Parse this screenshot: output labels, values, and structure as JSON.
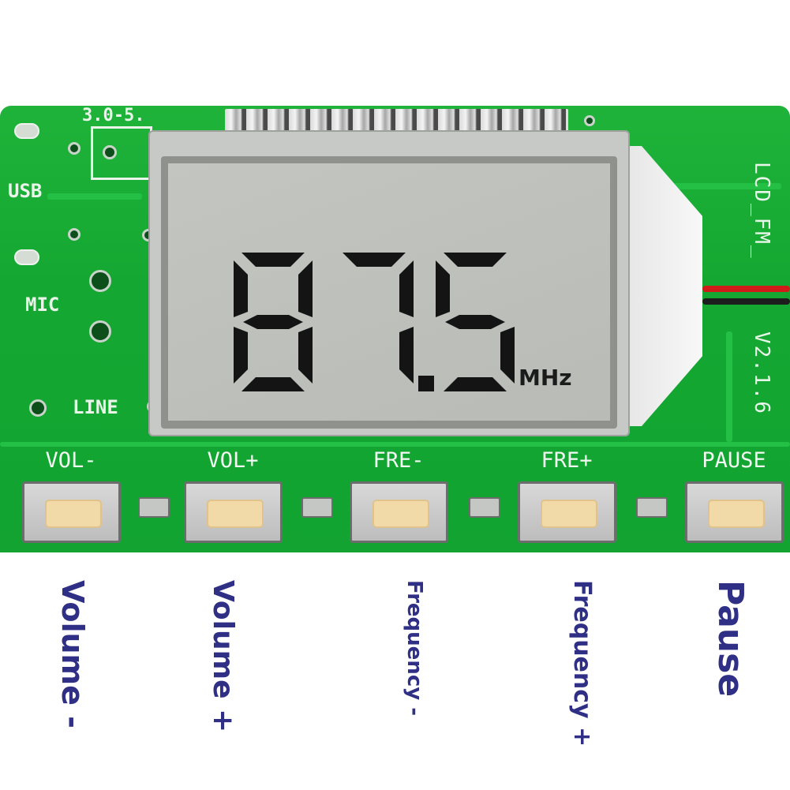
{
  "board": {
    "silk_usb": "USB",
    "silk_mic": "MIC",
    "silk_line": "LINE",
    "silk_voltage": "3.0-5.",
    "silk_model": "LCD_FM_",
    "silk_version": "V2.1.6"
  },
  "display": {
    "frequency": "87.5",
    "unit": "MHz"
  },
  "buttons": [
    {
      "label": "VOL-"
    },
    {
      "label": "VOL+"
    },
    {
      "label": "FRE-"
    },
    {
      "label": "FRE+"
    },
    {
      "label": "PAUSE"
    }
  ],
  "captions": [
    {
      "text": "Volume -"
    },
    {
      "text": "Volume +"
    },
    {
      "text": "Frequency -"
    },
    {
      "text": "Frequency +"
    },
    {
      "text": "Pause"
    }
  ],
  "colors": {
    "pcb": "#14a832",
    "caption": "#2e2f85",
    "lcd_background": "#bdbfbb",
    "button_cap": "#f1d9a8"
  }
}
